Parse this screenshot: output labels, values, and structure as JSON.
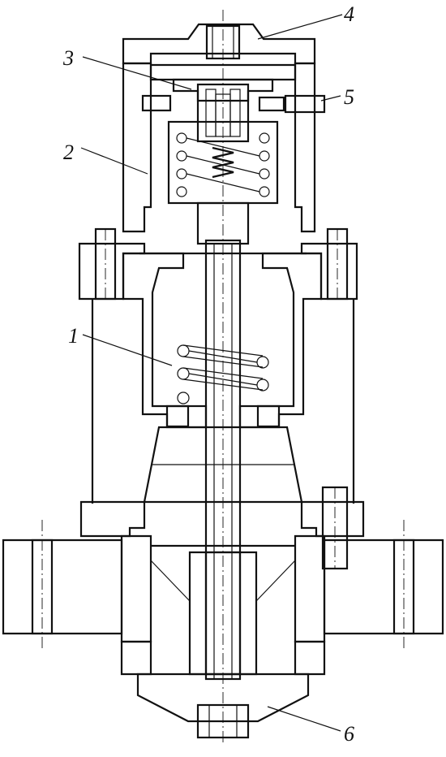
{
  "figure": {
    "callouts": [
      {
        "id": "1",
        "text": "1"
      },
      {
        "id": "2",
        "text": "2"
      },
      {
        "id": "3",
        "text": "3"
      },
      {
        "id": "4",
        "text": "4"
      },
      {
        "id": "5",
        "text": "5"
      },
      {
        "id": "6",
        "text": "6"
      }
    ]
  }
}
